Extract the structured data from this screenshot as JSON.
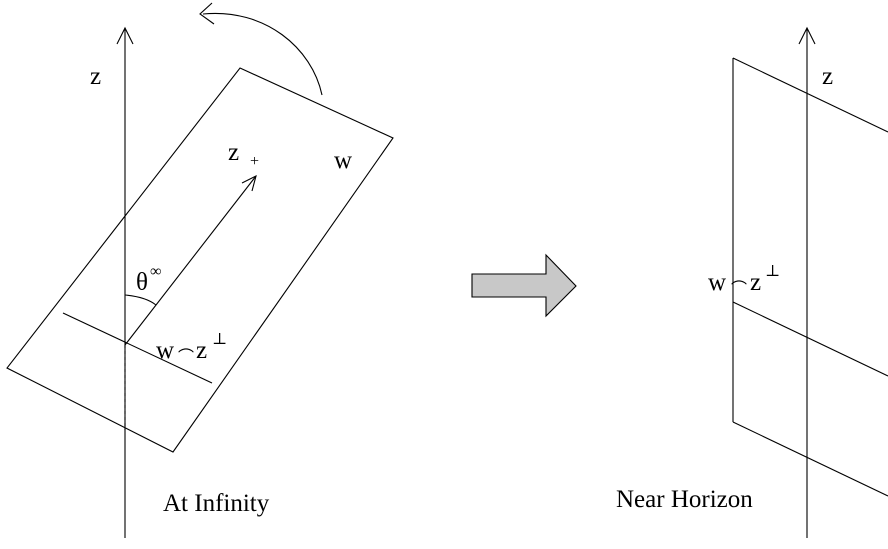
{
  "left": {
    "axis_label": "z",
    "plane_label": "w",
    "vector_label": "z",
    "vector_subscript": "+",
    "angle_label": "θ",
    "angle_superscript": "∞",
    "intersection_w": "w",
    "intersection_cap": "⌒",
    "intersection_z": "z",
    "intersection_perp": "⊥",
    "caption": "At Infinity"
  },
  "right": {
    "axis_label": "z",
    "intersection_w": "w",
    "intersection_cap": "⌒",
    "intersection_z": "z",
    "intersection_perp": "⊥",
    "caption": "Near Horizon"
  },
  "colors": {
    "transition_arrow_fill": "#c8c8c8",
    "ink": "#000000"
  }
}
